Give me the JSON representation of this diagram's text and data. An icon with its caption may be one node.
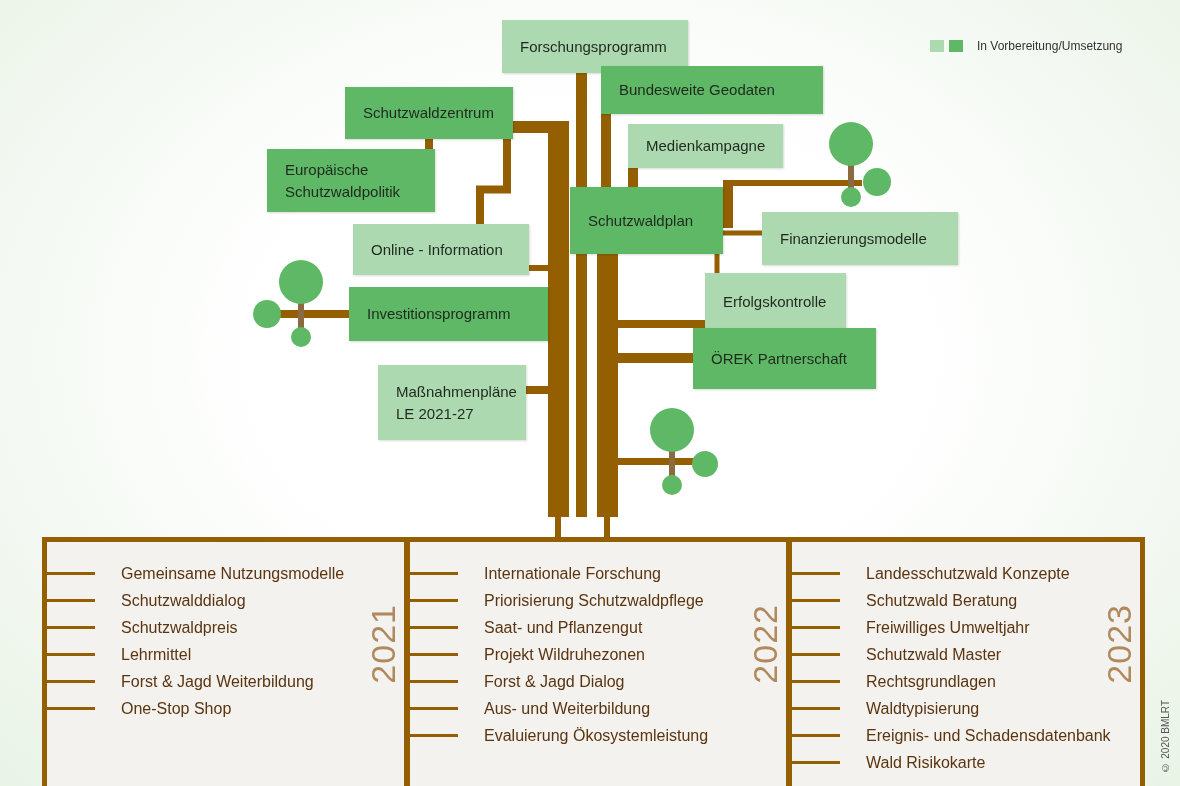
{
  "diagram": {
    "nodes": [
      {
        "text": [
          "Forschungsprogramm"
        ]
      },
      {
        "text": [
          "Bundesweite Geodaten"
        ]
      },
      {
        "text": [
          "Schutzwaldzentrum"
        ]
      },
      {
        "text": [
          "Medienkampagne"
        ]
      },
      {
        "text": [
          "Europäische Schutzwaldpolitik"
        ]
      },
      {
        "text": [
          "Schutzwaldplan"
        ]
      },
      {
        "text": [
          "Online - Information"
        ]
      },
      {
        "text": [
          "Finanzierungsmodelle"
        ]
      },
      {
        "text": [
          "Investitionsprogramm"
        ]
      },
      {
        "text": [
          "Erfolgskontrolle"
        ]
      },
      {
        "text": [
          "ÖREK Partnerschaft"
        ]
      },
      {
        "text": [
          "Maßnahmenpläne LE 2021-27"
        ]
      },
      {
        "text": [
          "2021",
          "Gemeinsame Nutzungsmodelle",
          "Schutzwalddialog",
          "Schutzwaldpreis",
          "Lehrmittel",
          "Forst & Jagd Weiterbildung",
          "One-Stop Shop"
        ]
      },
      {
        "text": [
          "2022",
          "Internationale Forschung",
          "Priorisierung Schutzwaldpflege",
          "Saat- und Pflanzengut",
          "Projekt Wildruhezonen",
          "Forst & Jagd Dialog",
          "Aus- und Weiterbildung",
          "Evaluierung Ökosystemleistung"
        ]
      },
      {
        "text": [
          "2023",
          "Landesschutzwald Konzepte",
          "Schutzwald Beratung",
          "Freiwilliges Umweltjahr",
          "Schutzwald Master",
          "Rechtsgrundlagen",
          "Waldtypisierung",
          "Ereignis- und Schadensdatenbank",
          "Wald Risikokarte"
        ]
      }
    ],
    "edges": [
      {
        "from": 5,
        "to": 7,
        "arrow": "none"
      },
      {
        "from": 1,
        "to": 5,
        "arrow": "none"
      },
      {
        "from": 3,
        "to": 5,
        "arrow": "none"
      },
      {
        "from": 2,
        "to": 4,
        "arrow": "none"
      },
      {
        "from": 2,
        "to": 6,
        "arrow": "none"
      },
      {
        "from": 5,
        "to": 9,
        "arrow": "none"
      }
    ],
    "labels": [
      "© 2020 BMLRT"
    ],
    "legend": [
      {
        "text": "In Vorbereitung/Umsetzung"
      }
    ]
  }
}
